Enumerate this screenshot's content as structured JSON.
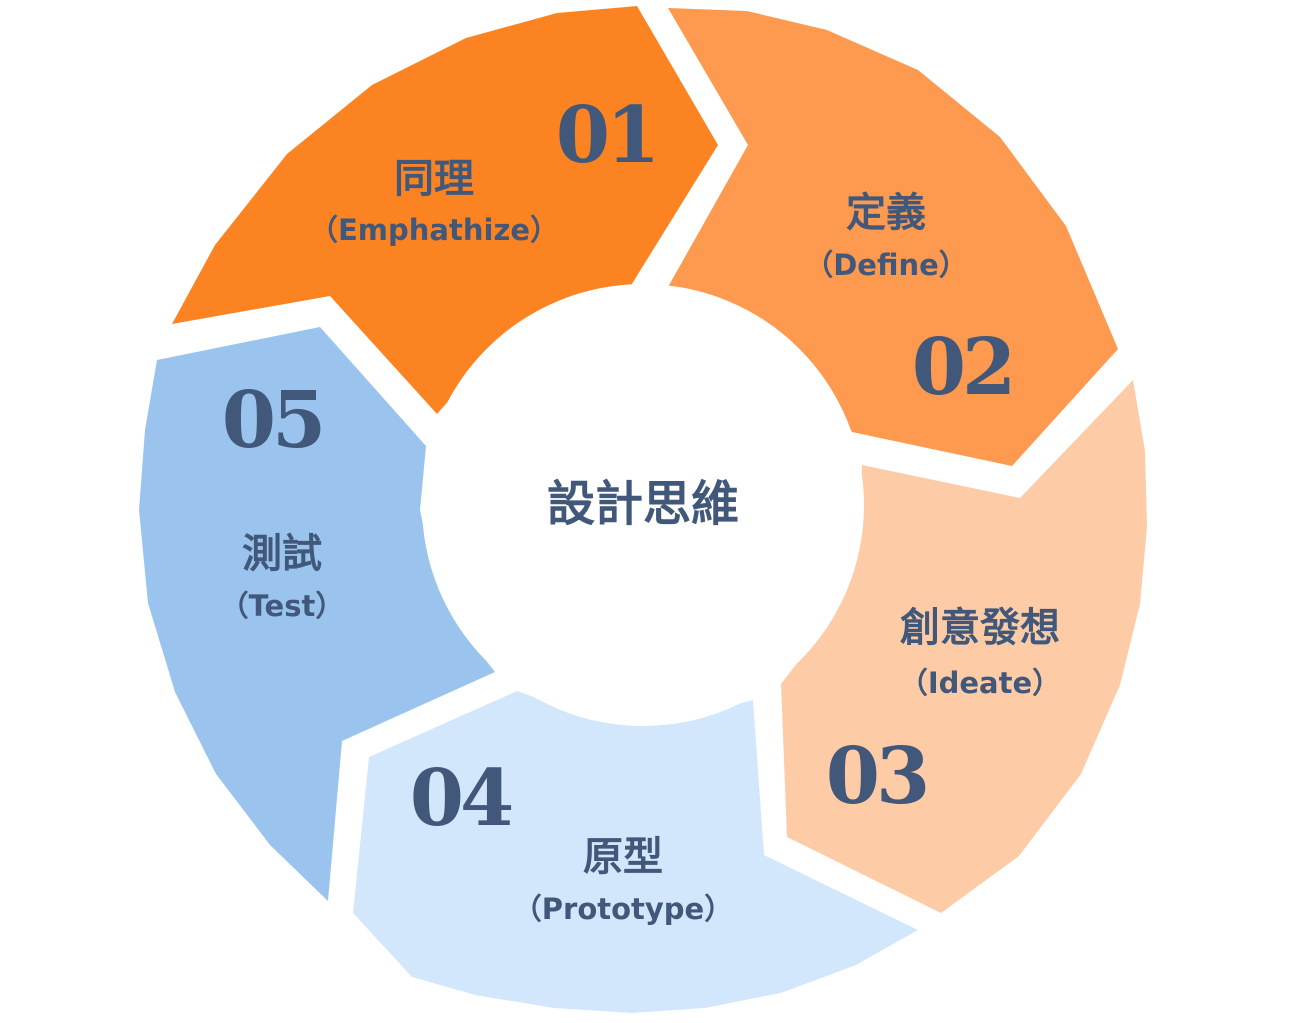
{
  "center": {
    "label": "設計思維"
  },
  "colors": {
    "text": "#41587a",
    "hub": "#ffffff"
  },
  "stages": [
    {
      "number": "01",
      "title": "同理",
      "subtitle": "（Emphathize）",
      "color": "#fc8322"
    },
    {
      "number": "02",
      "title": "定義",
      "subtitle": "（Define）",
      "color": "#fd9a4f"
    },
    {
      "number": "03",
      "title": "創意發想",
      "subtitle": "（Ideate）",
      "color": "#fdcca6"
    },
    {
      "number": "04",
      "title": "原型",
      "subtitle": "（Prototype）",
      "color": "#d3e7fc"
    },
    {
      "number": "05",
      "title": "測試",
      "subtitle": "（Test）",
      "color": "#9ac4ee"
    }
  ]
}
